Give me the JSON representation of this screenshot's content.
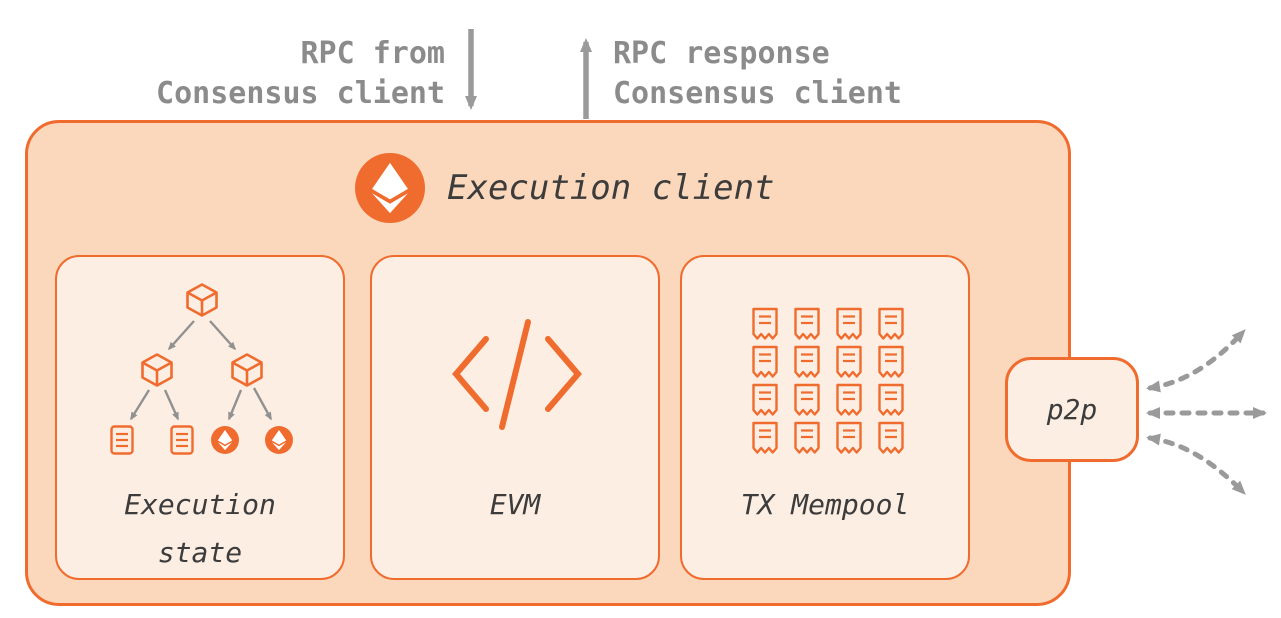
{
  "colors": {
    "accent_orange": "#ef6c2e",
    "container_fill": "#fbd8bc",
    "card_fill": "#fdeee3",
    "annotation_gray": "#8b8b8b",
    "arrow_gray": "#9a9a9a",
    "text_dark": "#3c3c3c"
  },
  "annotations": {
    "rpc_in": "RPC from\nConsensus client",
    "rpc_out": "RPC response\nConsensus client"
  },
  "execution_client": {
    "title": "Execution client",
    "logo_icon": "ethereum-icon",
    "cards": [
      {
        "label": "Execution\nstate",
        "icon": "merkle-tree-icon"
      },
      {
        "label": "EVM",
        "icon": "code-icon"
      },
      {
        "label": "TX Mempool",
        "icon": "receipts-grid-icon"
      }
    ],
    "p2p": {
      "label": "p2p"
    }
  }
}
